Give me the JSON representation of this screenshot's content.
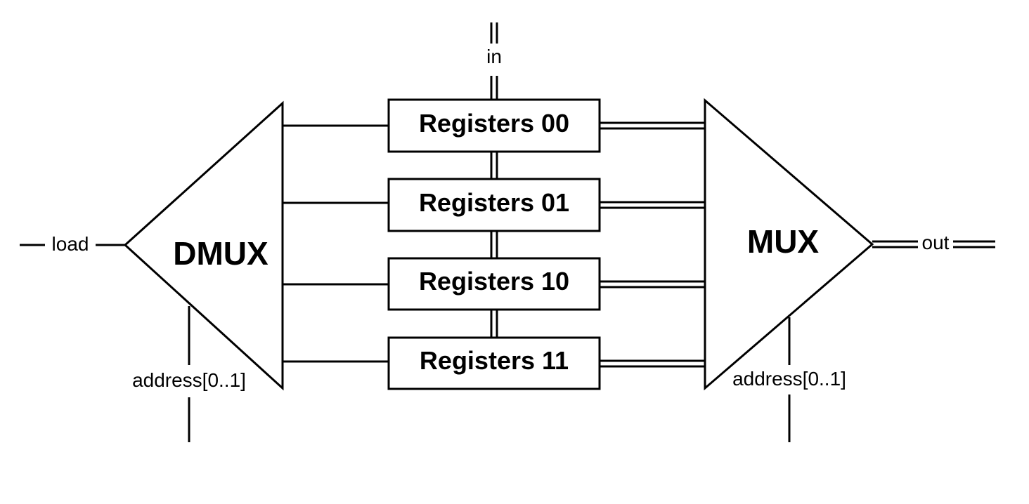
{
  "labels": {
    "in": "in",
    "load": "load",
    "out": "out",
    "dmux": "DMUX",
    "mux": "MUX",
    "address_left": "address[0..1]",
    "address_right": "address[0..1]"
  },
  "registers": [
    {
      "label": "Registers 00"
    },
    {
      "label": "Registers 01"
    },
    {
      "label": "Registers 10"
    },
    {
      "label": "Registers 11"
    }
  ]
}
